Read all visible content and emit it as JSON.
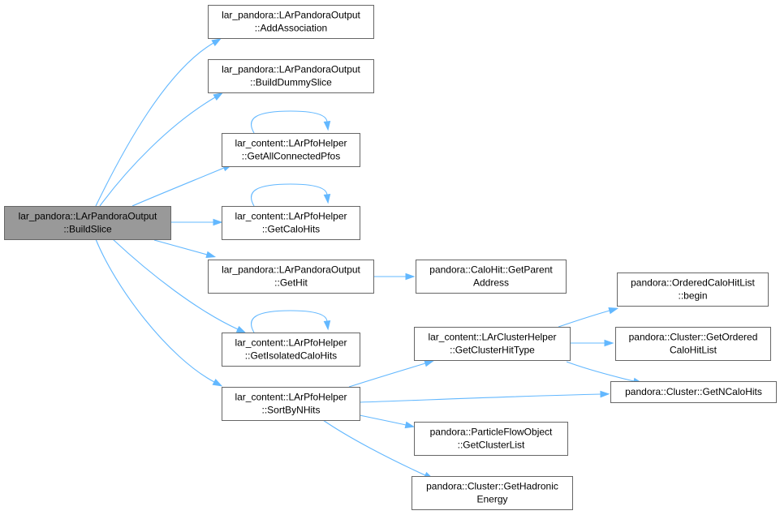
{
  "colors": {
    "edge": "#63b8ff",
    "node_border": "#666666",
    "node_fill": "#ffffff",
    "root_fill": "#999999",
    "text": "#000000"
  },
  "nodes": [
    {
      "id": "build_slice",
      "kind": "root",
      "lines": [
        "lar_pandora::LArPandoraOutput",
        "::BuildSlice"
      ]
    },
    {
      "id": "add_association",
      "kind": "callee",
      "lines": [
        "lar_pandora::LArPandoraOutput",
        "::AddAssociation"
      ]
    },
    {
      "id": "build_dummy_slice",
      "kind": "callee",
      "lines": [
        "lar_pandora::LArPandoraOutput",
        "::BuildDummySlice"
      ]
    },
    {
      "id": "get_all_connected_pfos",
      "kind": "callee",
      "lines": [
        "lar_content::LArPfoHelper",
        "::GetAllConnectedPfos"
      ]
    },
    {
      "id": "get_calo_hits",
      "kind": "callee",
      "lines": [
        "lar_content::LArPfoHelper",
        "::GetCaloHits"
      ]
    },
    {
      "id": "get_hit",
      "kind": "callee",
      "lines": [
        "lar_pandora::LArPandoraOutput",
        "::GetHit"
      ]
    },
    {
      "id": "get_isolated_calo_hits",
      "kind": "callee",
      "lines": [
        "lar_content::LArPfoHelper",
        "::GetIsolatedCaloHits"
      ]
    },
    {
      "id": "sort_by_n_hits",
      "kind": "callee",
      "lines": [
        "lar_content::LArPfoHelper",
        "::SortByNHits"
      ]
    },
    {
      "id": "get_parent_address",
      "kind": "callee",
      "lines": [
        "pandora::CaloHit::GetParent",
        "Address"
      ]
    },
    {
      "id": "get_cluster_hit_type",
      "kind": "callee",
      "lines": [
        "lar_content::LArClusterHelper",
        "::GetClusterHitType"
      ]
    },
    {
      "id": "get_cluster_list",
      "kind": "callee",
      "lines": [
        "pandora::ParticleFlowObject",
        "::GetClusterList"
      ]
    },
    {
      "id": "get_hadronic_energy",
      "kind": "callee",
      "lines": [
        "pandora::Cluster::GetHadronic",
        "Energy"
      ]
    },
    {
      "id": "ordered_begin",
      "kind": "callee",
      "lines": [
        "pandora::OrderedCaloHitList",
        "::begin"
      ]
    },
    {
      "id": "get_ordered_calo_hit_list",
      "kind": "callee",
      "lines": [
        "pandora::Cluster::GetOrdered",
        "CaloHitList"
      ]
    },
    {
      "id": "get_n_calo_hits",
      "kind": "callee",
      "lines": [
        "pandora::Cluster::GetNCaloHits"
      ]
    }
  ],
  "edges": [
    {
      "from": "build_slice",
      "to": "add_association"
    },
    {
      "from": "build_slice",
      "to": "build_dummy_slice"
    },
    {
      "from": "build_slice",
      "to": "get_all_connected_pfos"
    },
    {
      "from": "build_slice",
      "to": "get_calo_hits"
    },
    {
      "from": "build_slice",
      "to": "get_hit"
    },
    {
      "from": "build_slice",
      "to": "get_isolated_calo_hits"
    },
    {
      "from": "build_slice",
      "to": "sort_by_n_hits"
    },
    {
      "from": "get_all_connected_pfos",
      "to": "get_all_connected_pfos"
    },
    {
      "from": "get_calo_hits",
      "to": "get_calo_hits"
    },
    {
      "from": "get_isolated_calo_hits",
      "to": "get_isolated_calo_hits"
    },
    {
      "from": "get_hit",
      "to": "get_parent_address"
    },
    {
      "from": "sort_by_n_hits",
      "to": "get_cluster_hit_type"
    },
    {
      "from": "sort_by_n_hits",
      "to": "get_n_calo_hits"
    },
    {
      "from": "sort_by_n_hits",
      "to": "get_cluster_list"
    },
    {
      "from": "sort_by_n_hits",
      "to": "get_hadronic_energy"
    },
    {
      "from": "get_cluster_hit_type",
      "to": "ordered_begin"
    },
    {
      "from": "get_cluster_hit_type",
      "to": "get_ordered_calo_hit_list"
    },
    {
      "from": "get_cluster_hit_type",
      "to": "get_n_calo_hits"
    }
  ]
}
